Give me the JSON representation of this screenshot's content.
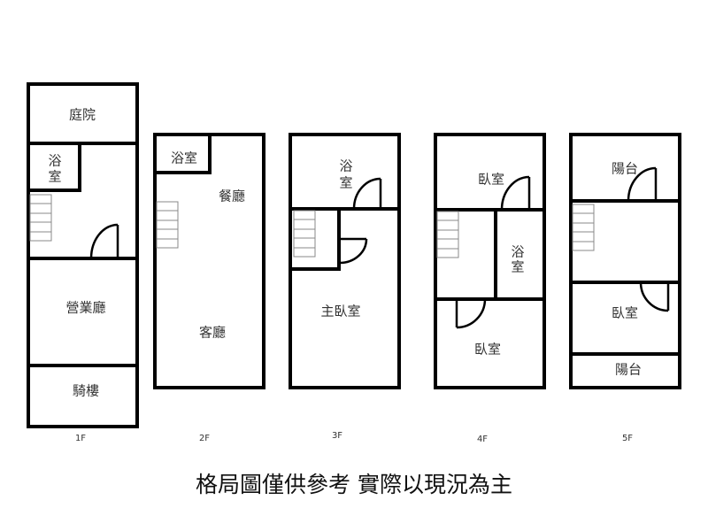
{
  "floors": [
    {
      "label": "1F",
      "rooms": [
        "庭院",
        "浴",
        "室",
        "營業廳",
        "騎樓"
      ]
    },
    {
      "label": "2F",
      "rooms": [
        "浴室",
        "餐廳",
        "客廳"
      ]
    },
    {
      "label": "3F",
      "rooms": [
        "浴",
        "室",
        "主臥室"
      ]
    },
    {
      "label": "4F",
      "rooms": [
        "臥室",
        "浴",
        "室",
        "臥室"
      ]
    },
    {
      "label": "5F",
      "rooms": [
        "陽台",
        "臥室",
        "陽台"
      ]
    }
  ],
  "caption": "格局圖僅供參考 實際以現況為主"
}
